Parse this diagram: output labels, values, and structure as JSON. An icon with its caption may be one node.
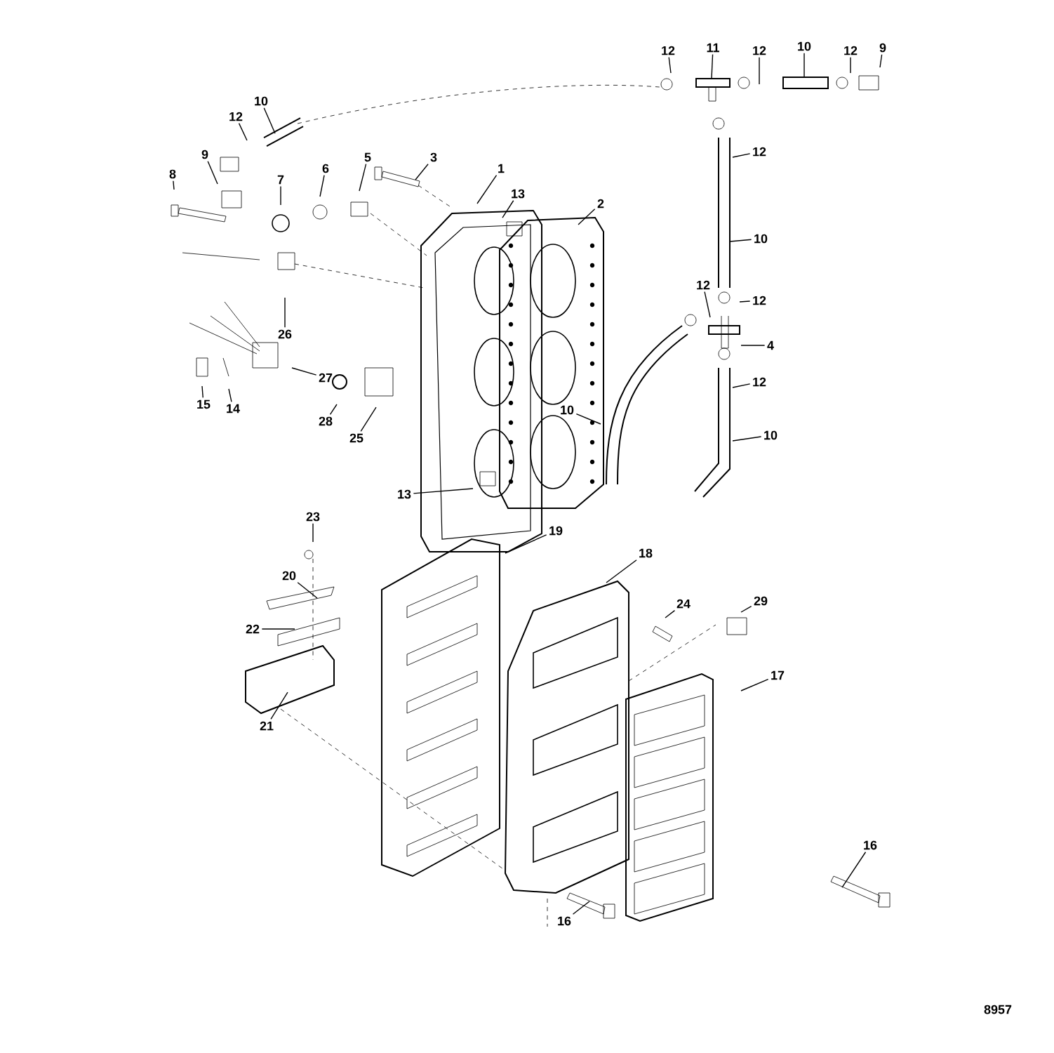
{
  "diagram": {
    "nodes": [
      {
        "text": [
          "12"
        ]
      },
      {
        "text": [
          "11"
        ]
      },
      {
        "text": [
          "12"
        ]
      },
      {
        "text": [
          "10"
        ]
      },
      {
        "text": [
          "12"
        ]
      },
      {
        "text": [
          "9"
        ]
      },
      {
        "text": [
          "10"
        ]
      },
      {
        "text": [
          "12"
        ]
      },
      {
        "text": [
          "8"
        ]
      },
      {
        "text": [
          "9"
        ]
      },
      {
        "text": [
          "7"
        ]
      },
      {
        "text": [
          "6"
        ]
      },
      {
        "text": [
          "5"
        ]
      },
      {
        "text": [
          "3"
        ]
      },
      {
        "text": [
          "1"
        ]
      },
      {
        "text": [
          "13"
        ]
      },
      {
        "text": [
          "2"
        ]
      },
      {
        "text": [
          "12"
        ]
      },
      {
        "text": [
          "10"
        ]
      },
      {
        "text": [
          "12"
        ]
      },
      {
        "text": [
          "12"
        ]
      },
      {
        "text": [
          "4"
        ]
      },
      {
        "text": [
          "12"
        ]
      },
      {
        "text": [
          "10"
        ]
      },
      {
        "text": [
          "10"
        ]
      },
      {
        "text": [
          "26"
        ]
      },
      {
        "text": [
          "27"
        ]
      },
      {
        "text": [
          "28"
        ]
      },
      {
        "text": [
          "25"
        ]
      },
      {
        "text": [
          "15"
        ]
      },
      {
        "text": [
          "14"
        ]
      },
      {
        "text": [
          "13"
        ]
      },
      {
        "text": [
          "23"
        ]
      },
      {
        "text": [
          "20"
        ]
      },
      {
        "text": [
          "22"
        ]
      },
      {
        "text": [
          "21"
        ]
      },
      {
        "text": [
          "19"
        ]
      },
      {
        "text": [
          "18"
        ]
      },
      {
        "text": [
          "24"
        ]
      },
      {
        "text": [
          "29"
        ]
      },
      {
        "text": [
          "17"
        ]
      },
      {
        "text": [
          "16"
        ]
      },
      {
        "text": [
          "16"
        ]
      }
    ],
    "edges": [
      {
        "from": 0,
        "to": null,
        "arrow": "none"
      },
      {
        "from": 1,
        "to": null,
        "arrow": "none"
      },
      {
        "from": 2,
        "to": null,
        "arrow": "none"
      },
      {
        "from": 3,
        "to": null,
        "arrow": "none"
      },
      {
        "from": 4,
        "to": null,
        "arrow": "none"
      },
      {
        "from": 5,
        "to": null,
        "arrow": "none"
      },
      {
        "from": 6,
        "to": null,
        "arrow": "none"
      },
      {
        "from": 7,
        "to": null,
        "arrow": "none"
      },
      {
        "from": 8,
        "to": null,
        "arrow": "none"
      },
      {
        "from": 9,
        "to": null,
        "arrow": "none"
      },
      {
        "from": 10,
        "to": null,
        "arrow": "none"
      },
      {
        "from": 11,
        "to": null,
        "arrow": "none"
      },
      {
        "from": 12,
        "to": null,
        "arrow": "none"
      },
      {
        "from": 13,
        "to": null,
        "arrow": "none"
      },
      {
        "from": 14,
        "to": null,
        "arrow": "none"
      },
      {
        "from": 15,
        "to": null,
        "arrow": "none"
      },
      {
        "from": 16,
        "to": null,
        "arrow": "none"
      },
      {
        "from": 17,
        "to": null,
        "arrow": "none"
      },
      {
        "from": 18,
        "to": null,
        "arrow": "none"
      },
      {
        "from": 19,
        "to": null,
        "arrow": "none"
      },
      {
        "from": 20,
        "to": null,
        "arrow": "none"
      },
      {
        "from": 21,
        "to": null,
        "arrow": "none"
      },
      {
        "from": 22,
        "to": null,
        "arrow": "none"
      },
      {
        "from": 23,
        "to": null,
        "arrow": "none"
      },
      {
        "from": 24,
        "to": null,
        "arrow": "none"
      },
      {
        "from": 25,
        "to": null,
        "arrow": "none"
      },
      {
        "from": 26,
        "to": null,
        "arrow": "none"
      },
      {
        "from": 27,
        "to": null,
        "arrow": "none"
      },
      {
        "from": 28,
        "to": null,
        "arrow": "none"
      },
      {
        "from": 29,
        "to": null,
        "arrow": "none"
      },
      {
        "from": 30,
        "to": null,
        "arrow": "none"
      },
      {
        "from": 31,
        "to": null,
        "arrow": "none"
      },
      {
        "from": 32,
        "to": null,
        "arrow": "none"
      },
      {
        "from": 33,
        "to": null,
        "arrow": "none"
      },
      {
        "from": 34,
        "to": null,
        "arrow": "none"
      },
      {
        "from": 35,
        "to": null,
        "arrow": "none"
      },
      {
        "from": 36,
        "to": null,
        "arrow": "none"
      },
      {
        "from": 37,
        "to": null,
        "arrow": "none"
      },
      {
        "from": 38,
        "to": null,
        "arrow": "none"
      },
      {
        "from": 39,
        "to": null,
        "arrow": "none"
      },
      {
        "from": 40,
        "to": null,
        "arrow": "none"
      },
      {
        "from": 41,
        "to": null,
        "arrow": "none"
      },
      {
        "from": 42,
        "to": null,
        "arrow": "none"
      }
    ],
    "labels": [
      "8957"
    ]
  }
}
